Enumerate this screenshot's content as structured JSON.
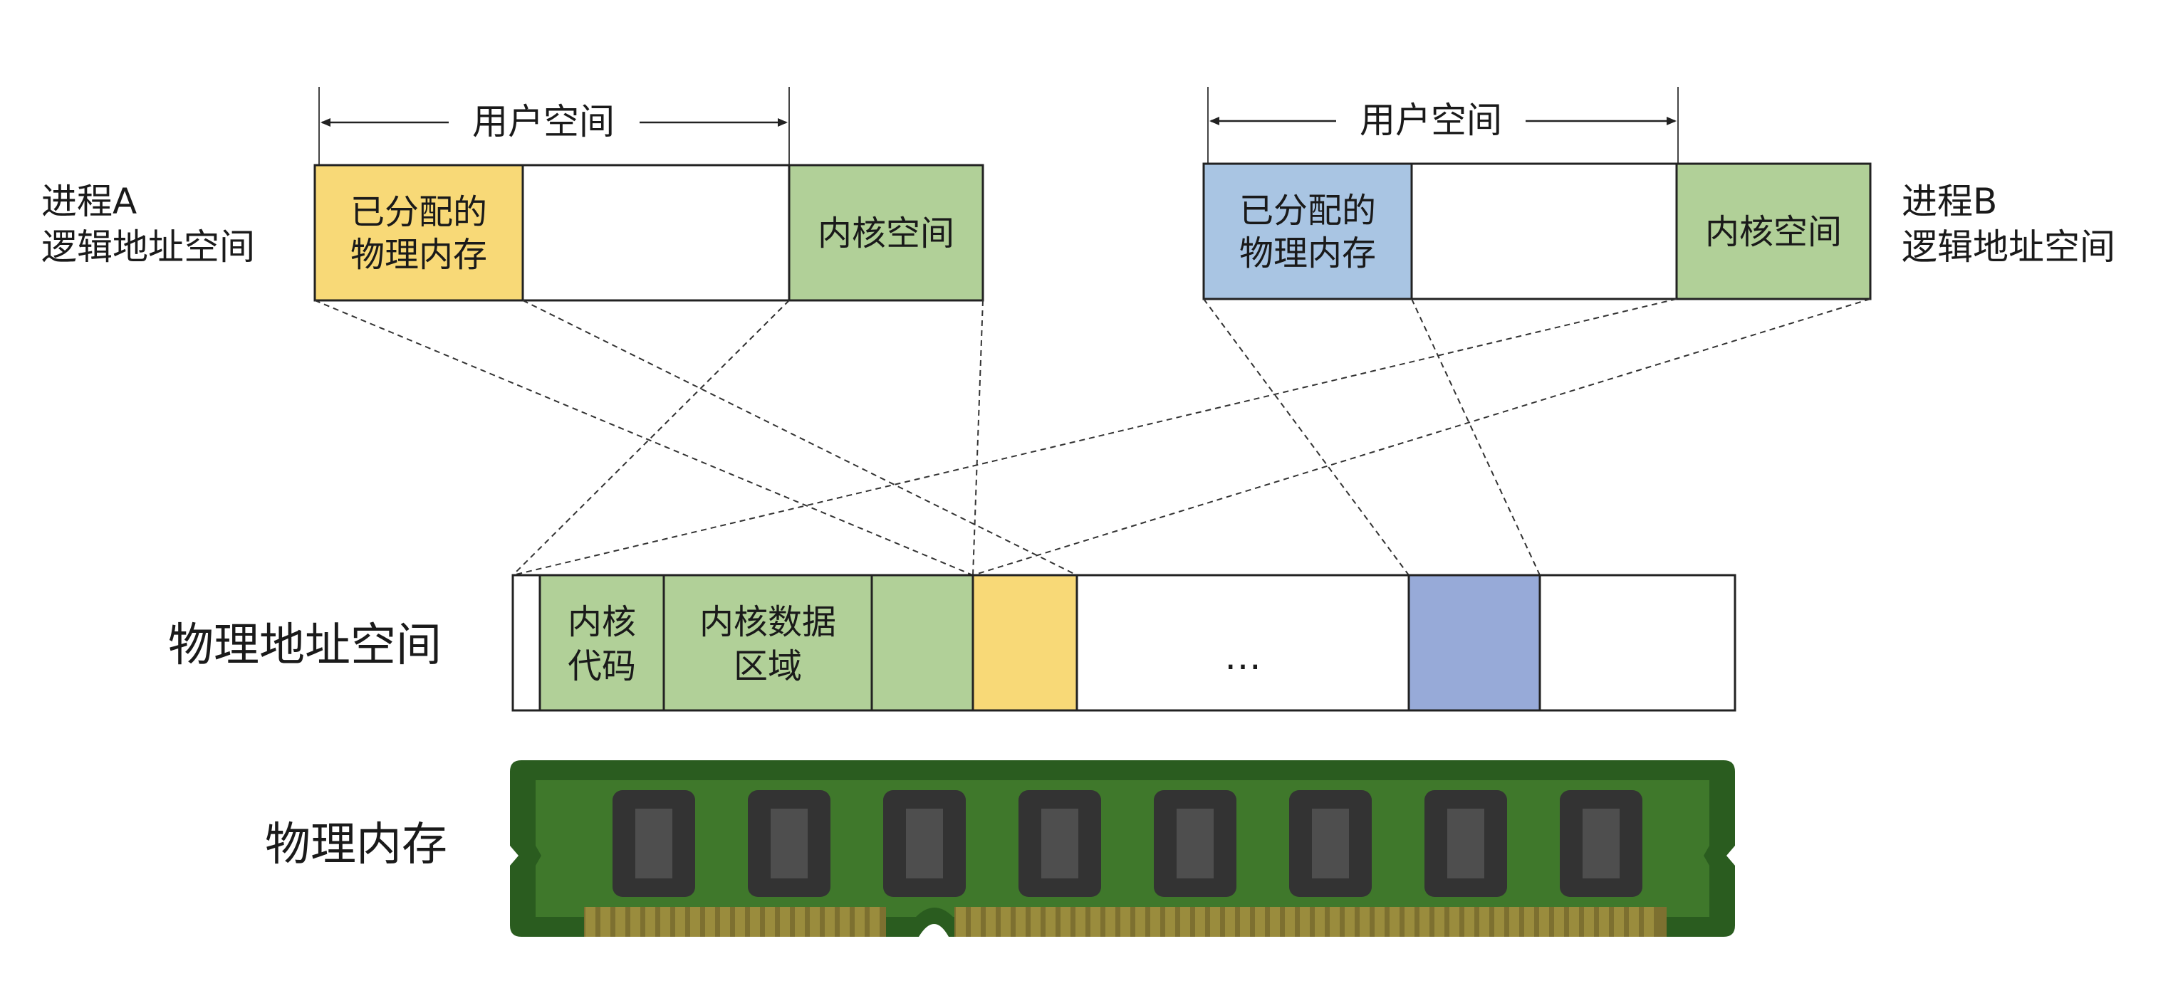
{
  "process_a": {
    "label_line1": "进程A",
    "label_line2": "逻辑地址空间",
    "user_space": "用户空间",
    "allocated_line1": "已分配的",
    "allocated_line2": "物理内存",
    "kernel_space": "内核空间"
  },
  "process_b": {
    "label_line1": "进程B",
    "label_line2": "逻辑地址空间",
    "user_space": "用户空间",
    "allocated_line1": "已分配的",
    "allocated_line2": "物理内存",
    "kernel_space": "内核空间"
  },
  "physical_space": {
    "label": "物理地址空间",
    "kernel_code_line1": "内核",
    "kernel_code_line2": "代码",
    "kernel_data_line1": "内核数据",
    "kernel_data_line2": "区域",
    "ellipsis": "…"
  },
  "physical_memory": {
    "label": "物理内存"
  },
  "colors": {
    "yellow": "#f8d977",
    "green": "#b1d098",
    "light_blue": "#a9c5e3",
    "blue": "#97aad8",
    "board": "#3f782b",
    "board_edge": "#2a5c1f",
    "chip": "#333333",
    "chip_die": "#4e4e4e",
    "pin": "#9a8c3d",
    "stroke": "#222222"
  }
}
